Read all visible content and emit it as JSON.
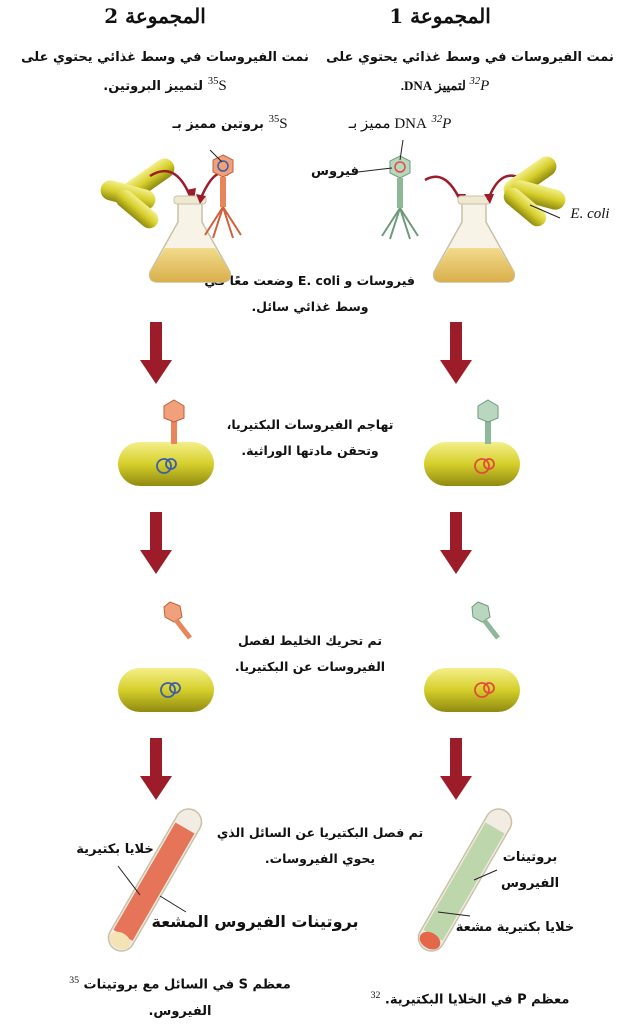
{
  "group1": {
    "title": "المجموعة 1",
    "desc_line1": "نمت الفيروسات في وسط غذائي يحتوي على",
    "desc_line2": "لتمييز DNA.",
    "isotope_mass": "32",
    "isotope_symbol": "P",
    "label_part": "DNA مميز بـ",
    "virus_label": "فيروس",
    "ecoli_label": "E. coli",
    "tube_label_top1": "بروتينات",
    "tube_label_top2": "الفيروس",
    "tube_label_bottom": "خلايا بكتيرية مشعة",
    "result_text": "معظم P في الخلايا البكتيرية."
  },
  "group2": {
    "title": "المجموعة 2",
    "desc_line1": "نمت الفيروسات في وسط غذائي يحتوي على",
    "desc_line2": "لتمييز البروتين.",
    "isotope_mass": "35",
    "isotope_symbol": "S",
    "label_part": "بروتين مميز بـ",
    "tube_label_top": "خلايا بكتيرية",
    "tube_label_bottom": "بروتينات الفيروس المشعة",
    "result_line1": "معظم S في السائل مع بروتينات",
    "result_line2": "الفيروس."
  },
  "steps": {
    "step1_line1": "فيروسات و E. coli وضعت معًا في",
    "step1_line2": "وسط غذائي سائل.",
    "step2_line1": "تهاجم الفيروسات البكتيريا،",
    "step2_line2": "وتحقن مادتها الوراثية.",
    "step3_line1": "تم تحريك الخليط لفصل",
    "step3_line2": "الفيروسات عن البكتيريا.",
    "step4_line1": "تم فصل البكتيريا عن السائل الذي",
    "step4_line2": "يحوي الفيروسات."
  },
  "colors": {
    "arrow": "#9c1c2a",
    "bacterium": "#d6cf2c",
    "flask_liquid": "#e9c46a",
    "phage_orange": "#e8855a",
    "phage_green": "#8fb89a",
    "dna_red": "#e24b3b",
    "dna_blue": "#3b5ea8"
  }
}
